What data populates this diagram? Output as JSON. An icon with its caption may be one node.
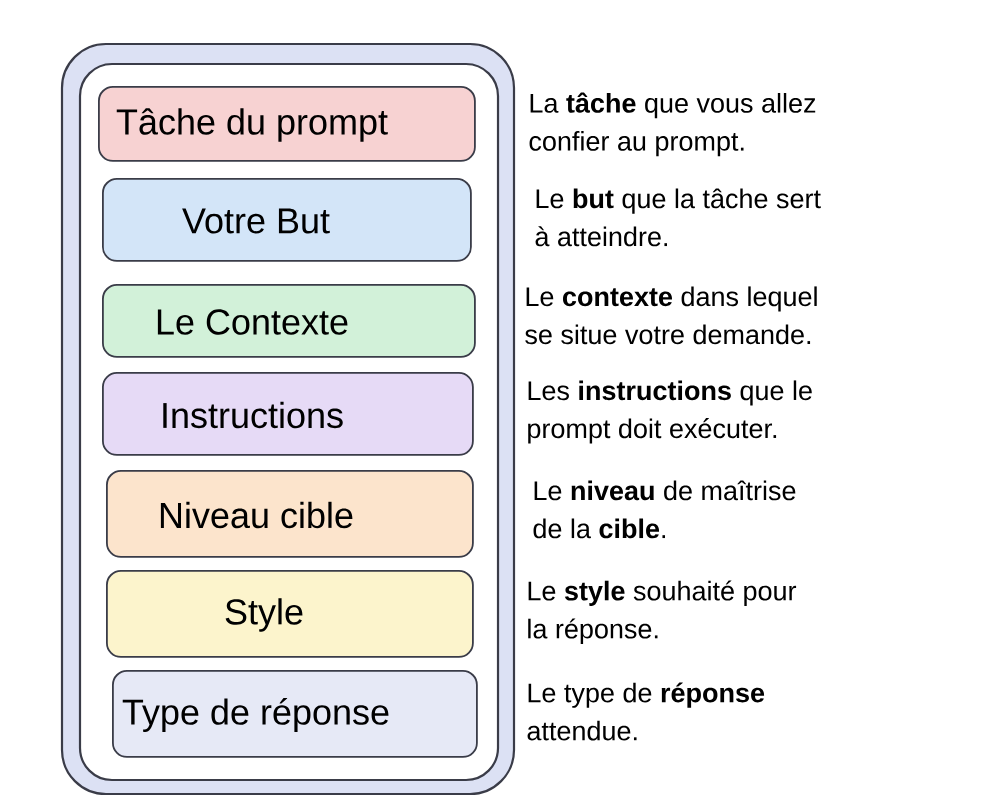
{
  "diagram": {
    "nodes": [
      {
        "text": [],
        "shape": "box"
      },
      {
        "text": [
          "Tâche du prompt"
        ],
        "in": 0
      },
      {
        "text": [
          "Votre But"
        ],
        "in": 0
      },
      {
        "text": [
          "Le Contexte"
        ],
        "in": 0
      },
      {
        "text": [
          "Instructions"
        ],
        "in": 0
      },
      {
        "text": [
          "Niveau cible"
        ],
        "in": 0
      },
      {
        "text": [
          "Style"
        ],
        "in": 0
      },
      {
        "text": [
          "Type de réponse"
        ],
        "in": 0
      }
    ],
    "labels": [
      "La **tâche** que vous allez confier au prompt.",
      "Le **but** que la tâche sert à atteindre.",
      "Le **contexte** dans lequel se situe votre demande.",
      "Les **instructions** que le prompt doit exécuter.",
      "Le **niveau** de maîtrise de la **cible**.",
      "Le **style** souhaité pour la réponse.",
      "Le type de **réponse** attendue."
    ]
  }
}
